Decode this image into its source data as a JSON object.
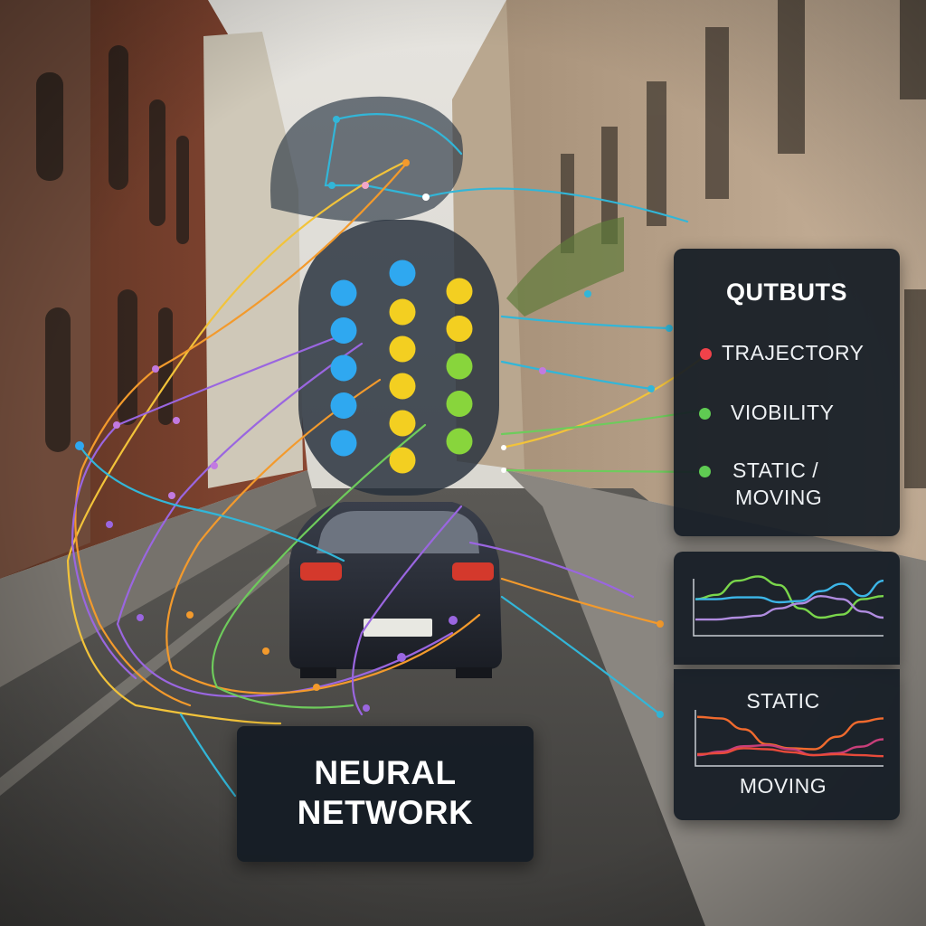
{
  "outputs": {
    "title": "QUTBUTS",
    "items": [
      {
        "label": "TRAJECTORY",
        "color": "#f0424a"
      },
      {
        "label": "VIOBILITY",
        "color": "#5fcb52"
      },
      {
        "label": "STATIC /",
        "label2": "MOVING",
        "color": "#5fcb52"
      }
    ]
  },
  "network": {
    "title_line1": "NEURAL",
    "title_line2": "NETWORK",
    "node_colors": {
      "blue": "#2fa8f0",
      "yellow": "#f3cf21",
      "green": "#88d53c"
    },
    "columns": [
      [
        "blue",
        "blue",
        "blue",
        "blue",
        "blue"
      ],
      [
        "blue",
        "yellow",
        "yellow",
        "yellow",
        "yellow",
        "yellow",
        "yellow"
      ],
      [
        "yellow",
        "yellow",
        "green",
        "green",
        "green"
      ]
    ]
  },
  "charts": {
    "top": {
      "series": [
        {
          "color": "#7ad64b",
          "values": [
            0.55,
            0.62,
            0.85,
            0.92,
            0.78,
            0.4,
            0.25,
            0.3,
            0.55,
            0.6
          ]
        },
        {
          "color": "#3cb6e8",
          "values": [
            0.55,
            0.55,
            0.58,
            0.58,
            0.5,
            0.52,
            0.68,
            0.8,
            0.6,
            0.85
          ]
        },
        {
          "color": "#b08ce0",
          "values": [
            0.22,
            0.22,
            0.25,
            0.28,
            0.4,
            0.48,
            0.6,
            0.55,
            0.35,
            0.25
          ]
        }
      ]
    },
    "bottom": {
      "label_top": "STATIC",
      "label_bottom": "MOVING",
      "series": [
        {
          "color": "#f06a2e",
          "values": [
            0.95,
            0.92,
            0.7,
            0.4,
            0.32,
            0.3,
            0.55,
            0.85,
            0.92
          ]
        },
        {
          "color": "#c83f7a",
          "values": [
            0.18,
            0.25,
            0.36,
            0.38,
            0.3,
            0.18,
            0.22,
            0.35,
            0.5
          ]
        },
        {
          "color": "#e84a3a",
          "values": [
            0.2,
            0.22,
            0.32,
            0.3,
            0.24,
            0.18,
            0.2,
            0.18,
            0.16
          ]
        }
      ]
    }
  },
  "colors": {
    "trail_orange": "#f39a2c",
    "trail_yellow": "#f2c33a",
    "trail_purple": "#9a66e0",
    "trail_cyan": "#32b6d8",
    "trail_green": "#6ecb5c"
  }
}
